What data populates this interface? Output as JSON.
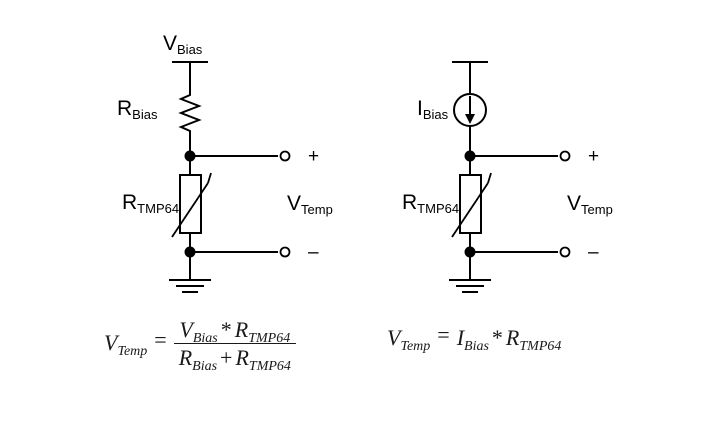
{
  "figure": {
    "background_color": "#ffffff",
    "line_color": "#000000"
  },
  "circuits": [
    {
      "id": "resistor-divider-circuit",
      "supply_label": {
        "base": "V",
        "sub": "Bias"
      },
      "series_element_label": {
        "base": "R",
        "sub": "Bias"
      },
      "sensor_label": {
        "base": "R",
        "sub": "TMP64"
      },
      "output_label": {
        "base": "V",
        "sub": "Temp"
      },
      "plus_sign": "+",
      "minus_sign": "–",
      "source_type": "voltage-rail",
      "sensor_type": "variable-resistor"
    },
    {
      "id": "current-source-circuit",
      "supply_label": {
        "base": "I",
        "sub": "Bias"
      },
      "sensor_label": {
        "base": "R",
        "sub": "TMP64"
      },
      "output_label": {
        "base": "V",
        "sub": "Temp"
      },
      "plus_sign": "+",
      "minus_sign": "–",
      "source_type": "current-source",
      "sensor_type": "variable-resistor"
    }
  ],
  "equations": [
    {
      "id": "divider-equation",
      "lhs": {
        "base": "V",
        "sub": "Temp"
      },
      "equals": "=",
      "numerator": [
        {
          "base": "V",
          "sub": "Bias"
        },
        {
          "op": "*"
        },
        {
          "base": "R",
          "sub": "TMP64"
        }
      ],
      "denominator": [
        {
          "base": "R",
          "sub": "Bias"
        },
        {
          "op": "+"
        },
        {
          "base": "R",
          "sub": "TMP64"
        }
      ]
    },
    {
      "id": "current-source-equation",
      "lhs": {
        "base": "V",
        "sub": "Temp"
      },
      "equals": "=",
      "terms": [
        {
          "base": "I",
          "sub": "Bias"
        },
        {
          "op": "*"
        },
        {
          "base": "R",
          "sub": "TMP64"
        }
      ]
    }
  ]
}
